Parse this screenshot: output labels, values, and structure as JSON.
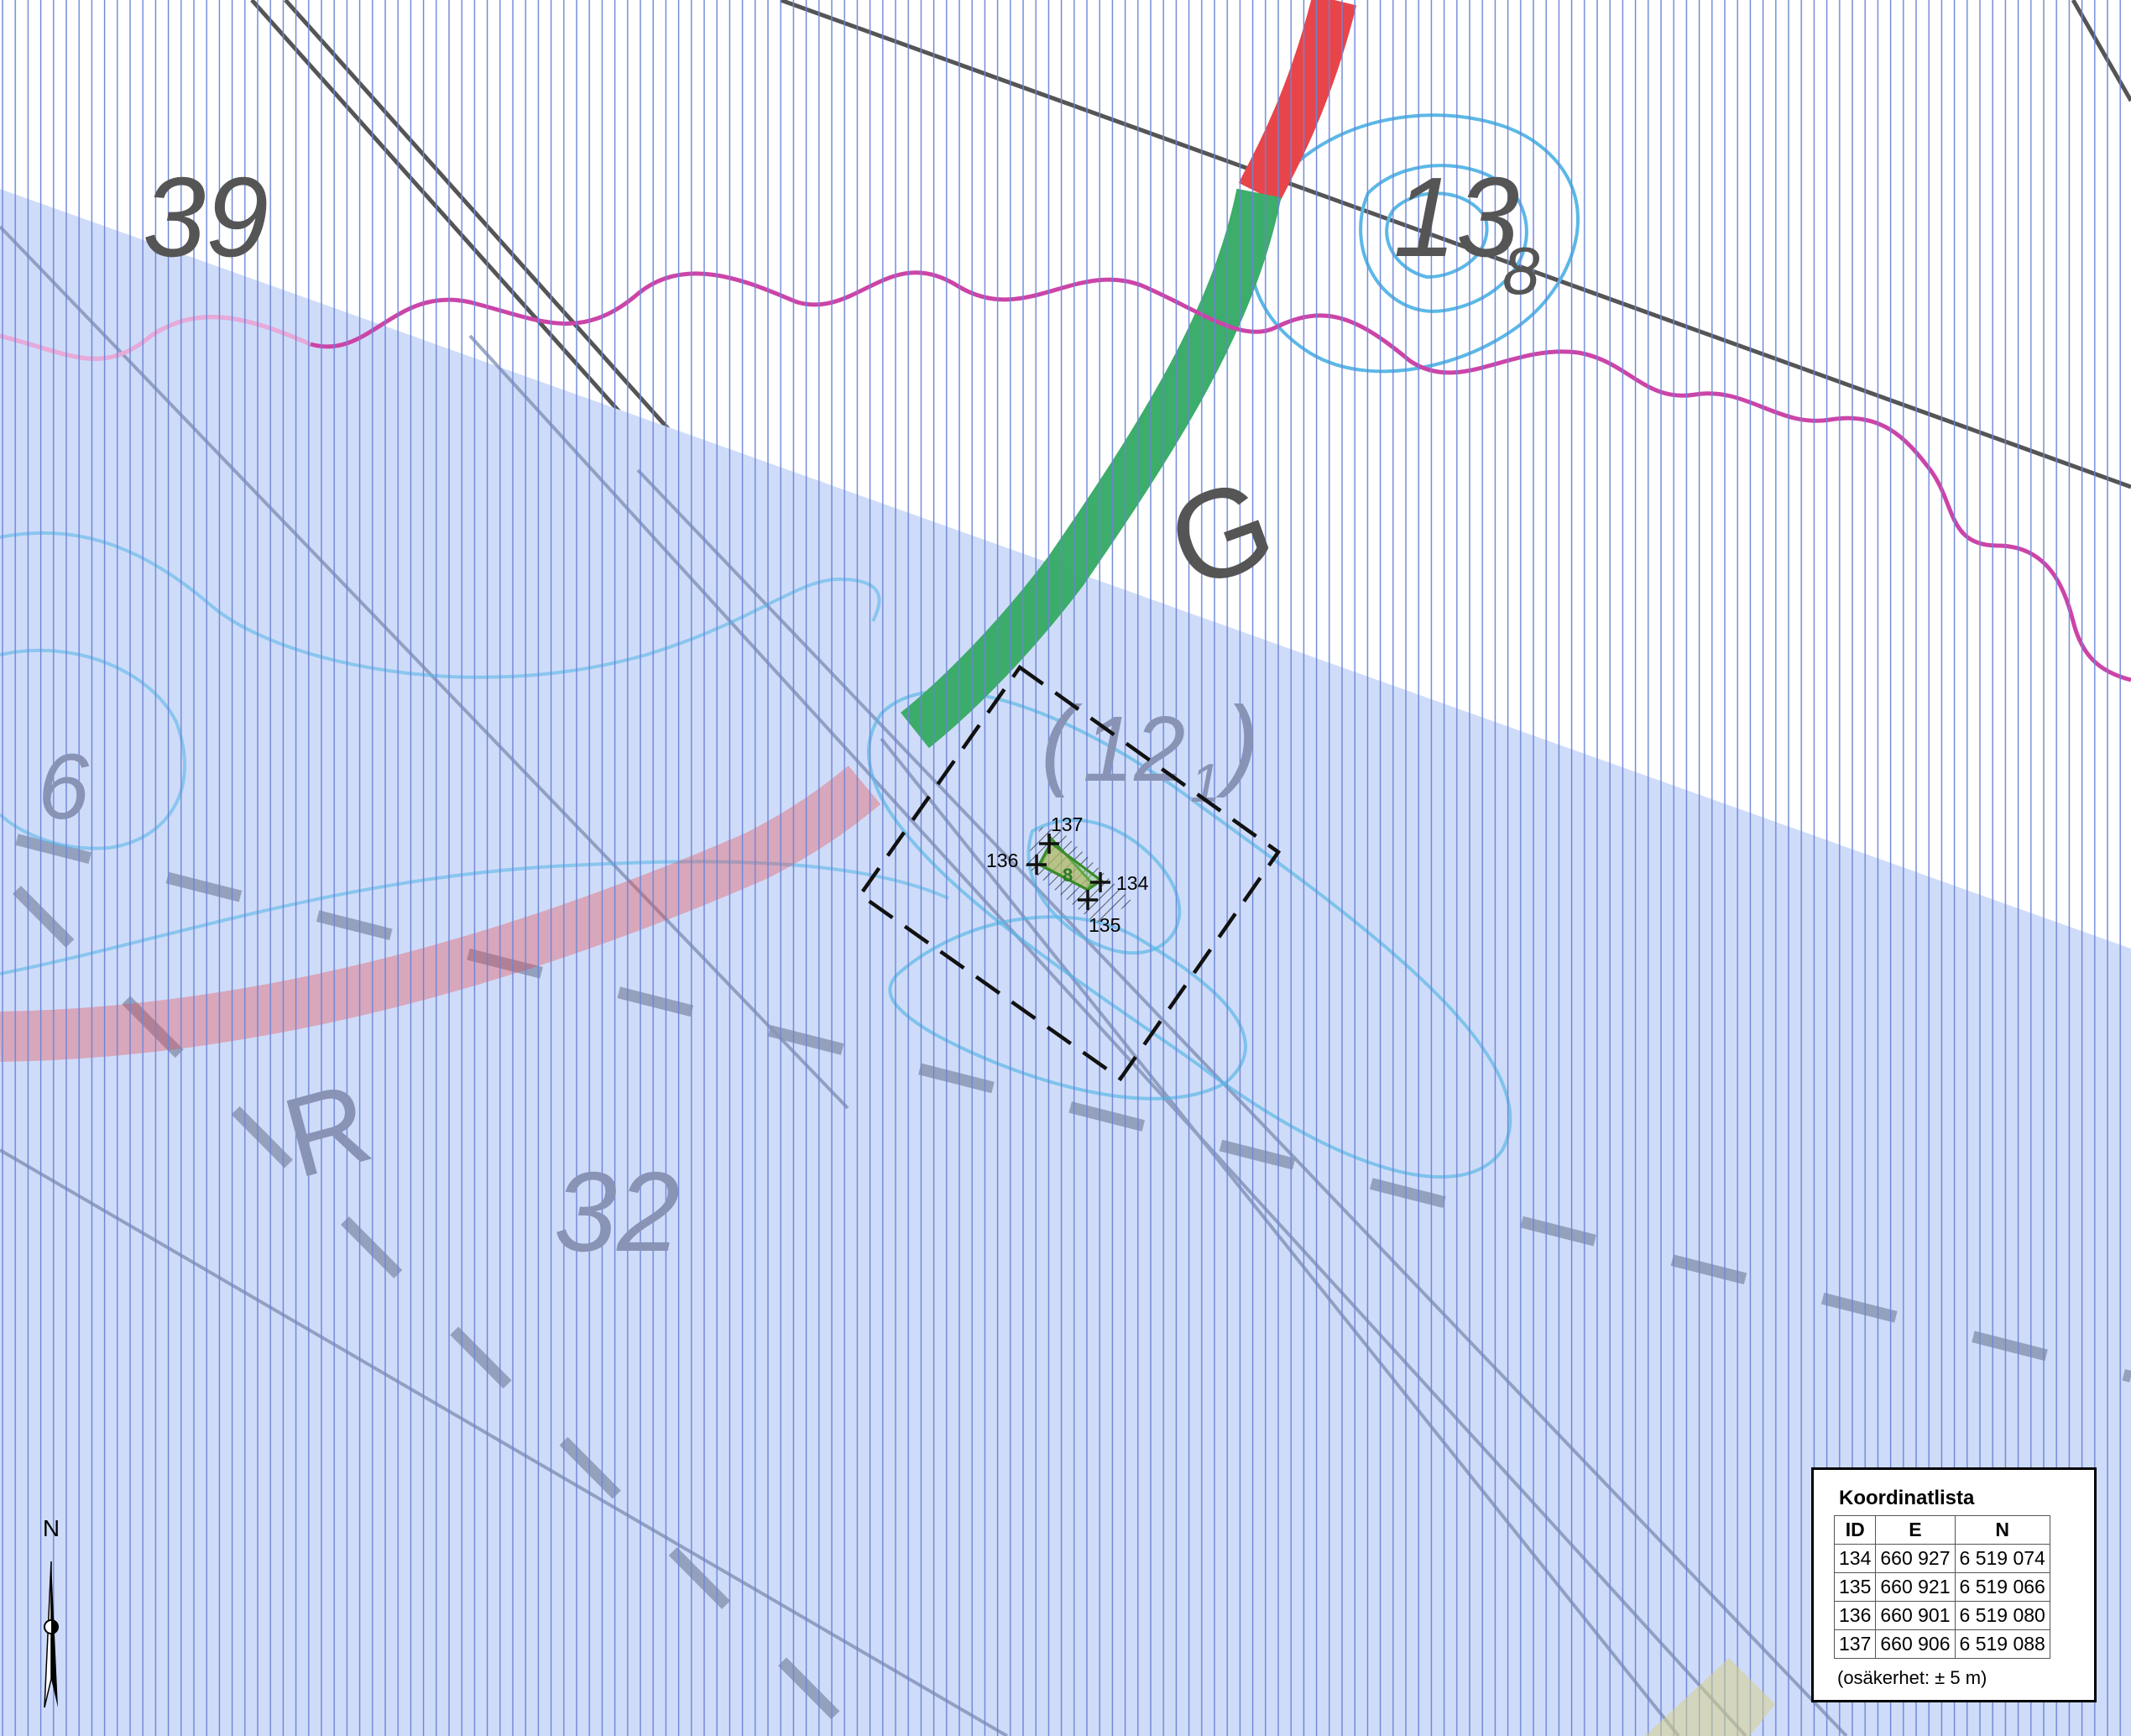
{
  "map": {
    "depth_labels": [
      "39",
      "13",
      "8",
      "32",
      "12",
      "1",
      "6"
    ],
    "fairway_letters": [
      "G",
      "R"
    ],
    "points": [
      "134",
      "135",
      "136",
      "137"
    ],
    "area_label": "8",
    "north_label": "N",
    "colors": {
      "water": "#cfdcf9",
      "hatch_lines": "#6a84d6",
      "depth_contour": "#5bb8e6",
      "boundary_magenta": "#cc44a8",
      "fairway_red": "#e8454a",
      "fairway_green": "#3cad6a",
      "cable_line": "#555555",
      "site_fill": "#e5a45a",
      "site_outline": "#3a8a2a"
    }
  },
  "coordinate_list": {
    "title": "Koordinatlista",
    "headers": [
      "ID",
      "E",
      "N"
    ],
    "rows": [
      [
        "134",
        "660 927",
        "6 519 074"
      ],
      [
        "135",
        "660 921",
        "6 519 066"
      ],
      [
        "136",
        "660 901",
        "6 519 080"
      ],
      [
        "137",
        "660 906",
        "6 519 088"
      ]
    ],
    "note": "(osäkerhet: ± 5 m)"
  }
}
